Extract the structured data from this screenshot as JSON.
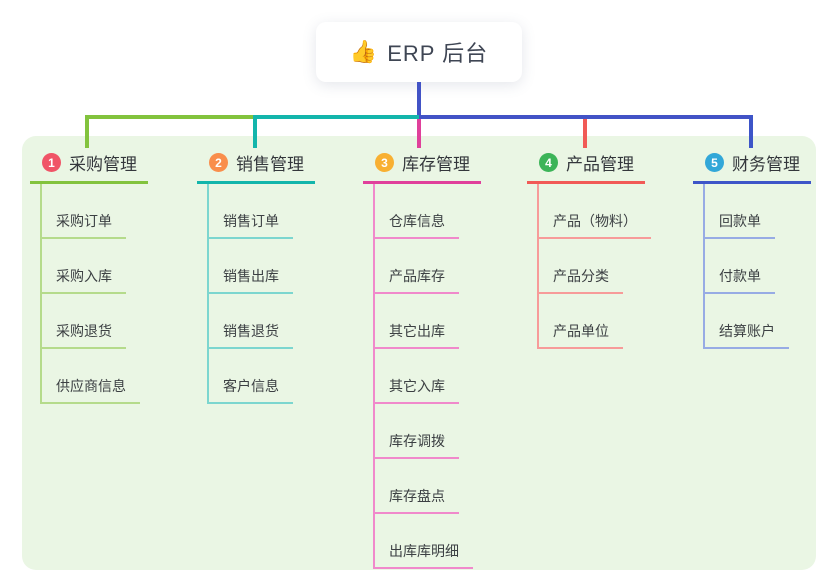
{
  "root": {
    "icon": "👍",
    "label": "ERP 后台"
  },
  "colors": {
    "panel_bg": "#eaf6e4",
    "root_connector": "#4253c6",
    "branch_1_main": "#82c33d",
    "branch_1_light": "#b5db8b",
    "branch_1_badge": "#f05467",
    "branch_2_main": "#13b5ab",
    "branch_2_light": "#7cd6cf",
    "branch_2_badge": "#f98e4c",
    "branch_3_main": "#e0409b",
    "branch_3_light": "#f089cb",
    "branch_3_badge": "#f8b032",
    "branch_4_main": "#f15a56",
    "branch_4_light": "#f79b99",
    "branch_4_badge": "#3cb458",
    "branch_5_main": "#3d55c8",
    "branch_5_light": "#97abe4",
    "branch_5_badge": "#32a7d8"
  },
  "branches": [
    {
      "num": "1",
      "label": "采购管理",
      "children": [
        "采购订单",
        "采购入库",
        "采购退货",
        "供应商信息"
      ]
    },
    {
      "num": "2",
      "label": "销售管理",
      "children": [
        "销售订单",
        "销售出库",
        "销售退货",
        "客户信息"
      ]
    },
    {
      "num": "3",
      "label": "库存管理",
      "children": [
        "仓库信息",
        "产品库存",
        "其它出库",
        "其它入库",
        "库存调拨",
        "库存盘点",
        "出库库明细"
      ]
    },
    {
      "num": "4",
      "label": "产品管理",
      "children": [
        "产品（物料）",
        "产品分类",
        "产品单位"
      ]
    },
    {
      "num": "5",
      "label": "财务管理",
      "children": [
        "回款单",
        "付款单",
        "结算账户"
      ]
    }
  ]
}
